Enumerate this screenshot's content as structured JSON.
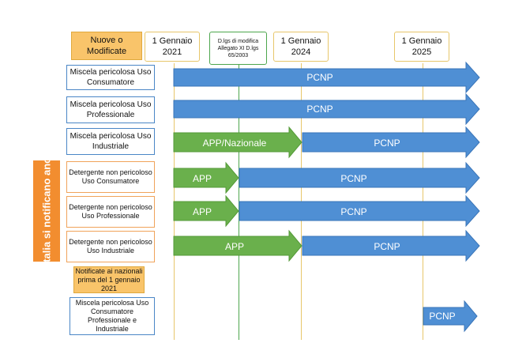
{
  "headers": {
    "new": "Nuove o Modificate",
    "d2021": "1 Gennaio 2021",
    "dlgs": "D.lgs di modifica Allegato XI D.lgs 65/2003",
    "d2024": "1 Gennaio 2024",
    "d2025": "1 Gennaio 2025"
  },
  "side_label": "In Italia si notificano anche",
  "rows": [
    {
      "label": "Miscela pericolosa Uso Consumatore",
      "segments": [
        "PCNP"
      ]
    },
    {
      "label": "Miscela pericolosa Uso Professionale",
      "segments": [
        "PCNP"
      ]
    },
    {
      "label": "Miscela pericolosa Uso Industriale",
      "segments": [
        "APP/Nazionale",
        "PCNP"
      ]
    },
    {
      "label": "Detergente non pericoloso Uso Consumatore",
      "segments": [
        "APP",
        "PCNP"
      ]
    },
    {
      "label": "Detergente non pericoloso Uso Professionale",
      "segments": [
        "APP",
        "PCNP"
      ]
    },
    {
      "label": "Detergente non pericoloso Uso Industriale",
      "segments": [
        "APP",
        "PCNP"
      ]
    },
    {
      "label": "Notificate ai nazionali prima del 1 gennaio 2021",
      "segments": []
    },
    {
      "label": "Miscela pericolosa Uso Consumatore Professionale e Industriale",
      "segments": [
        "PCNP"
      ]
    }
  ],
  "colors": {
    "blue": "#4f8fd4",
    "green": "#6ab04c",
    "orange": "#f28d2f",
    "gold": "#e7c66a"
  }
}
